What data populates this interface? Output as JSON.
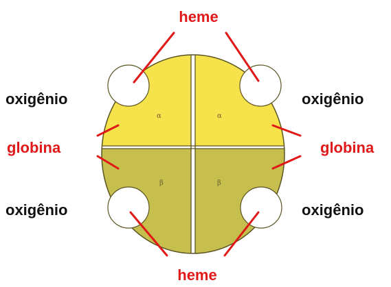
{
  "labels": {
    "heme_top": "heme",
    "heme_bottom": "heme",
    "oxygen_top_left": "oxigênio",
    "oxygen_top_right": "oxigênio",
    "oxygen_bottom_left": "oxigênio",
    "oxygen_bottom_right": "oxigênio",
    "globin_left": "globina",
    "globin_right": "globina"
  },
  "subunits": {
    "top_left": "α",
    "top_right": "α",
    "bottom_left": "β",
    "bottom_right": "β"
  },
  "colors": {
    "alpha_fill": "#f6e24a",
    "beta_fill": "#c6bf4e",
    "outline": "#5a5322",
    "label_red": "#e01818",
    "label_black": "#111111",
    "pointer_red": "#e01818"
  }
}
